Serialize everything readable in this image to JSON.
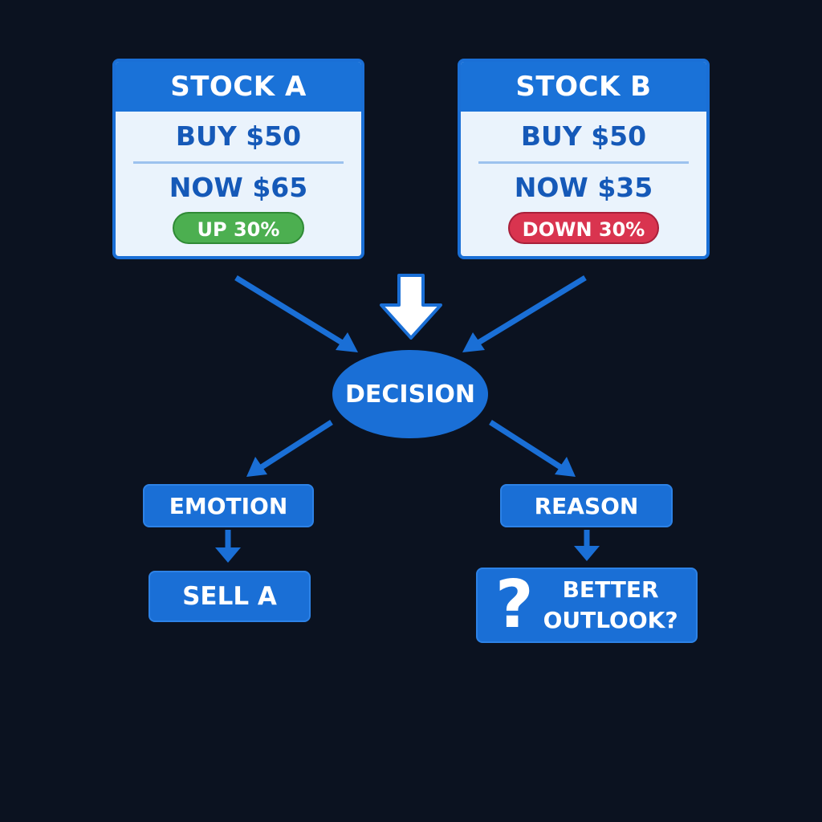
{
  "stock_a": {
    "title": "STOCK A",
    "buy": "BUY $50",
    "now": "NOW $65",
    "change": "UP 30%"
  },
  "stock_b": {
    "title": "STOCK B",
    "buy": "BUY $50",
    "now": "NOW $35",
    "change": "DOWN 30%"
  },
  "decision": "DECISION",
  "emotion": "EMOTION",
  "reason": "REASON",
  "sell": "SELL A",
  "outlook": {
    "mark": "?",
    "line1": "BETTER",
    "line2": "OUTLOOK?"
  },
  "colors": {
    "background": "#0b1220",
    "primary_blue": "#1a6fd6",
    "card_fill": "#eaf3fc",
    "text_blue": "#1559b8",
    "up_green": "#4caf50",
    "down_red": "#d9344f",
    "white": "#ffffff"
  }
}
